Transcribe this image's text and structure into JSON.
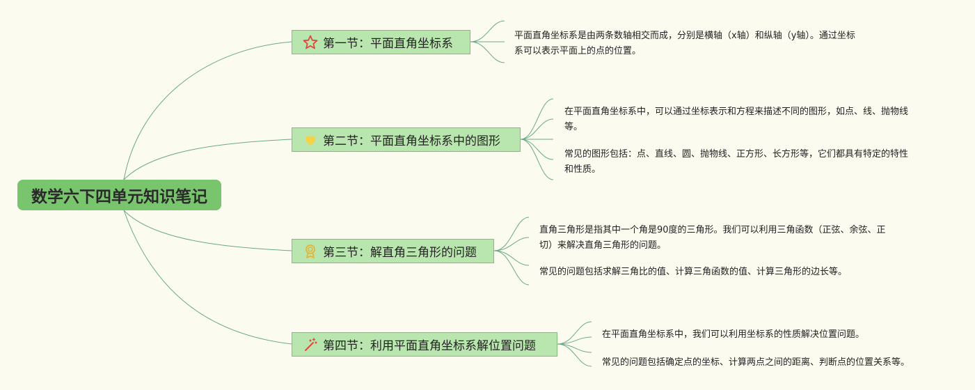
{
  "root": {
    "title": "数学六下四单元知识笔记"
  },
  "branches": [
    {
      "label": "第一节：平面直角坐标系",
      "icon": "star-icon",
      "notes": [
        "平面直角坐标系是由两条数轴相交而成，分别是横轴（x轴）和纵轴（y轴）。通过坐标系可以表示平面上的点的位置。"
      ]
    },
    {
      "label": "第二节：平面直角坐标系中的图形",
      "icon": "heart-icon",
      "notes": [
        "在平面直角坐标系中，可以通过坐标表示和方程来描述不同的图形，如点、线、抛物线等。",
        "常见的图形包括：点、直线、圆、抛物线、正方形、长方形等，它们都具有特定的特性和性质。"
      ]
    },
    {
      "label": "第三节：解直角三角形的问题",
      "icon": "award-icon",
      "notes": [
        "直角三角形是指其中一个角是90度的三角形。我们可以利用三角函数（正弦、余弦、正切）来解决直角三角形的问题。",
        "常见的问题包括求解三角比的值、计算三角函数的值、计算三角形的边长等。"
      ]
    },
    {
      "label": "第四节：利用平面直角坐标系解位置问题",
      "icon": "magic-wand-icon",
      "notes": [
        "在平面直角坐标系中，我们可以利用坐标系的性质解决位置问题。",
        "常见的问题包括确定点的坐标、计算两点之间的距离、判断点的位置关系等。"
      ]
    }
  ],
  "colors": {
    "background": "#fcfbf0",
    "root_fill": "#79c56d",
    "branch_fill": "#b9e6ae",
    "branch_border": "#7fbf78",
    "edge": "#6aa98a",
    "star": "#e0483c",
    "heart": "#f3d34a",
    "award": "#e2b53a",
    "wand": "#e0483c"
  }
}
